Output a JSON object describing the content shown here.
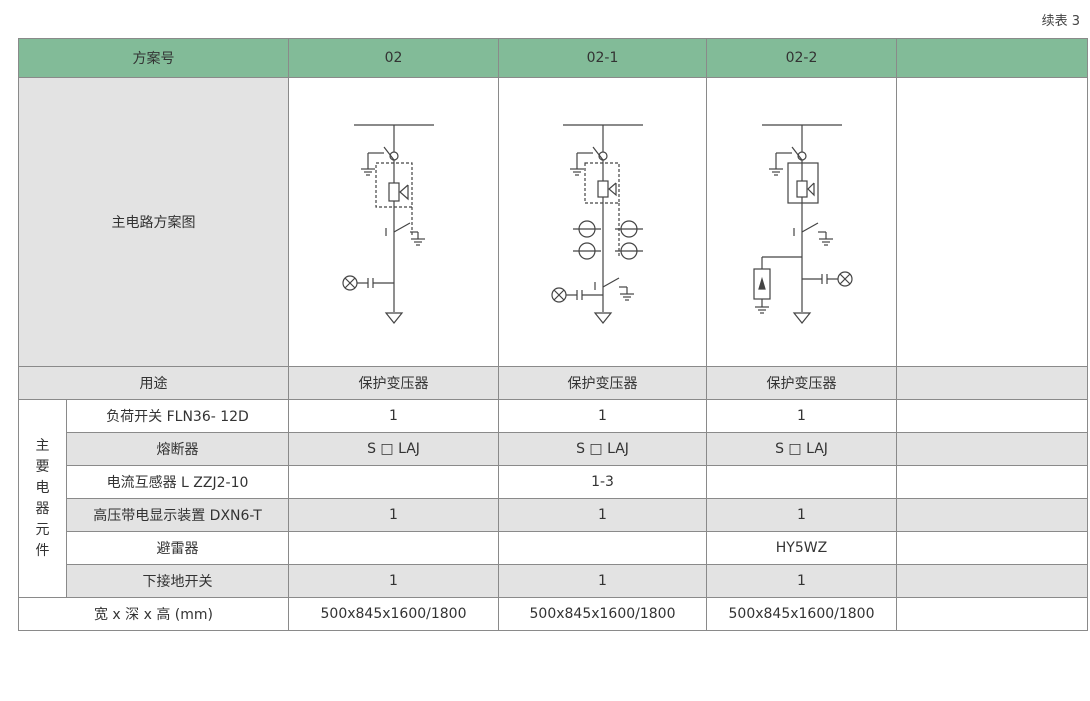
{
  "continued_label": "续表 3",
  "header": {
    "scheme_label": "方案号",
    "schemes": [
      "02",
      "02-1",
      "02-2",
      ""
    ]
  },
  "diagram_row": {
    "label": "主电路方案图"
  },
  "usage_row": {
    "label": "用途",
    "values": [
      "保护变压器",
      "保护变压器",
      "保护变压器",
      ""
    ]
  },
  "components": {
    "group_label": [
      "主",
      "要",
      "电",
      "器",
      "元",
      "件"
    ],
    "rows": [
      {
        "name": "负荷开关 FLN36- 12D",
        "values": [
          "1",
          "1",
          "1",
          ""
        ]
      },
      {
        "name": "熔断器",
        "values": [
          "S □ LAJ",
          "S □ LAJ",
          "S □ LAJ",
          ""
        ]
      },
      {
        "name": "电流互感器 L ZZJ2-10",
        "values": [
          "",
          "1-3",
          "",
          ""
        ]
      },
      {
        "name": "高压带电显示装置 DXN6-T",
        "values": [
          "1",
          "1",
          "1",
          ""
        ]
      },
      {
        "name": "避雷器",
        "values": [
          "",
          "",
          "HY5WZ",
          ""
        ]
      },
      {
        "name": "下接地开关",
        "values": [
          "1",
          "1",
          "1",
          ""
        ]
      }
    ]
  },
  "dimension_row": {
    "label": "宽 x 深 x 高 (mm)",
    "values": [
      "500x845x1600/1800",
      "500x845x1600/1800",
      "500x845x1600/1800",
      ""
    ]
  }
}
